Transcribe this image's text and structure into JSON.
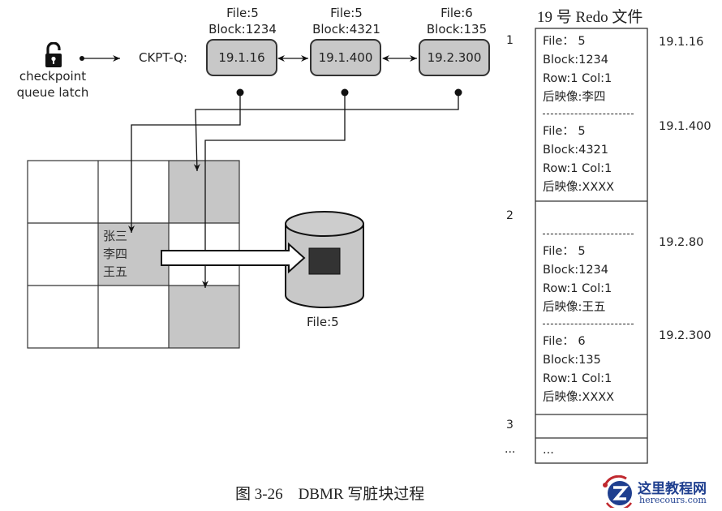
{
  "latch": {
    "icon": "padlock-icon",
    "label_line1": "checkpoint",
    "label_line2": "queue latch"
  },
  "ckpt_label": "CKPT-Q:",
  "buffers": [
    {
      "file": "File:5",
      "block": "Block:1234",
      "rba": "19.1.16"
    },
    {
      "file": "File:5",
      "block": "Block:4321",
      "rba": "19.1.400"
    },
    {
      "file": "File:6",
      "block": "Block:135",
      "rba": "19.2.300"
    }
  ],
  "grid": {
    "dirty_cell_lines": [
      "张三",
      "李四",
      "王五"
    ]
  },
  "datafile": {
    "label": "File:5"
  },
  "redo": {
    "title": "19 号 Redo 文件",
    "block_indexes": [
      "1",
      "2",
      "3",
      "..."
    ],
    "block1": [
      {
        "file": "File： 5",
        "block": "Block:1234",
        "rowcol": "Row:1  Col:1",
        "image": "后映像:李四",
        "rba": "19.1.16"
      },
      {
        "file": "File： 5",
        "block": "Block:4321",
        "rowcol": "Row:1  Col:1",
        "image": "后映像:XXXX",
        "rba": "19.1.400"
      }
    ],
    "block2": [
      {
        "file": "File： 5",
        "block": "Block:1234",
        "rowcol": "Row:1  Col:1",
        "image": "后映像:王五",
        "rba": "19.2.80"
      },
      {
        "file": "File： 6",
        "block": "Block:135",
        "rowcol": "Row:1  Col:1",
        "image": "后映像:XXXX",
        "rba": "19.2.300"
      }
    ],
    "block4_text": "..."
  },
  "caption": "图 3-26    DBMR 写脏块过程",
  "watermark": {
    "title": "这里教程网",
    "url": "herecours.com"
  }
}
